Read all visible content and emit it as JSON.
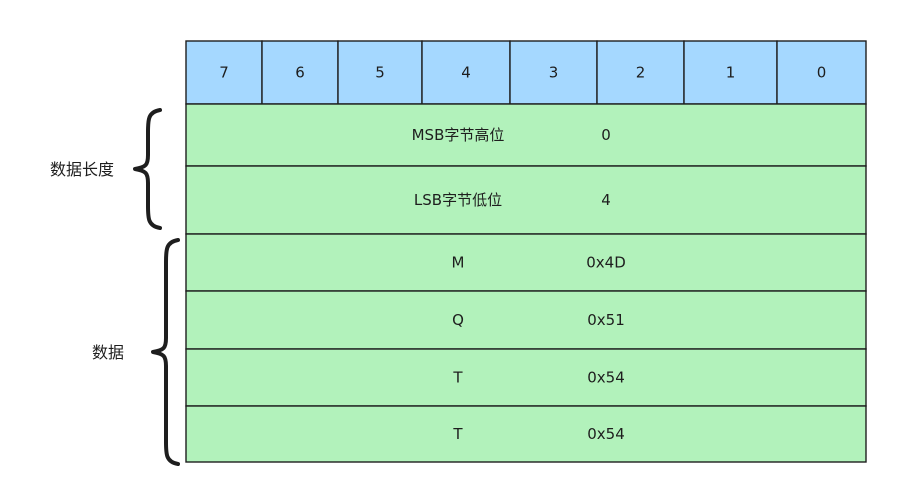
{
  "header": {
    "bits": [
      "7",
      "6",
      "5",
      "4",
      "3",
      "2",
      "1",
      "0"
    ],
    "fill": "#a5d8ff"
  },
  "rows": [
    {
      "label": "MSB字节高位",
      "value": "0"
    },
    {
      "label": "LSB字节低位",
      "value": "4"
    },
    {
      "label": "M",
      "value": "0x4D"
    },
    {
      "label": "Q",
      "value": "0x51"
    },
    {
      "label": "T",
      "value": "0x54"
    },
    {
      "label": "T",
      "value": "0x54"
    }
  ],
  "row_fill": "#b2f2bb",
  "stroke": "#1e1e1e",
  "groups": [
    {
      "label": "数据长度",
      "rows": [
        0,
        1
      ]
    },
    {
      "label": "数据",
      "rows": [
        2,
        5
      ]
    }
  ]
}
